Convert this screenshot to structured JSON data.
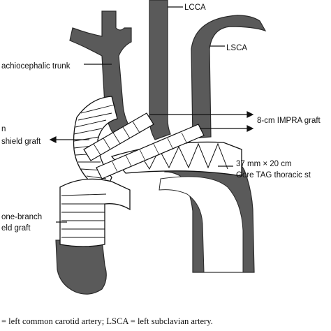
{
  "labels": {
    "lcca": "LCCA",
    "lsca": "LSCA",
    "brachiocephalic": "achiocephalic trunk",
    "left_graft_line1": "n",
    "left_graft_line2": "shield graft",
    "impra": "8-cm IMPRA graft",
    "tag_line1": "37 mm × 20 cm",
    "tag_line2": "Gore TAG thoracic st",
    "onebranch_line1": "one-branch",
    "onebranch_line2": "eld graft"
  },
  "caption": "= left common carotid artery; LSCA = left subclavian artery.",
  "colors": {
    "vessel": "#5a5a5a",
    "vessel_stroke": "#2a2a2a",
    "graft_fill": "#ffffff",
    "stroke": "#111111"
  }
}
